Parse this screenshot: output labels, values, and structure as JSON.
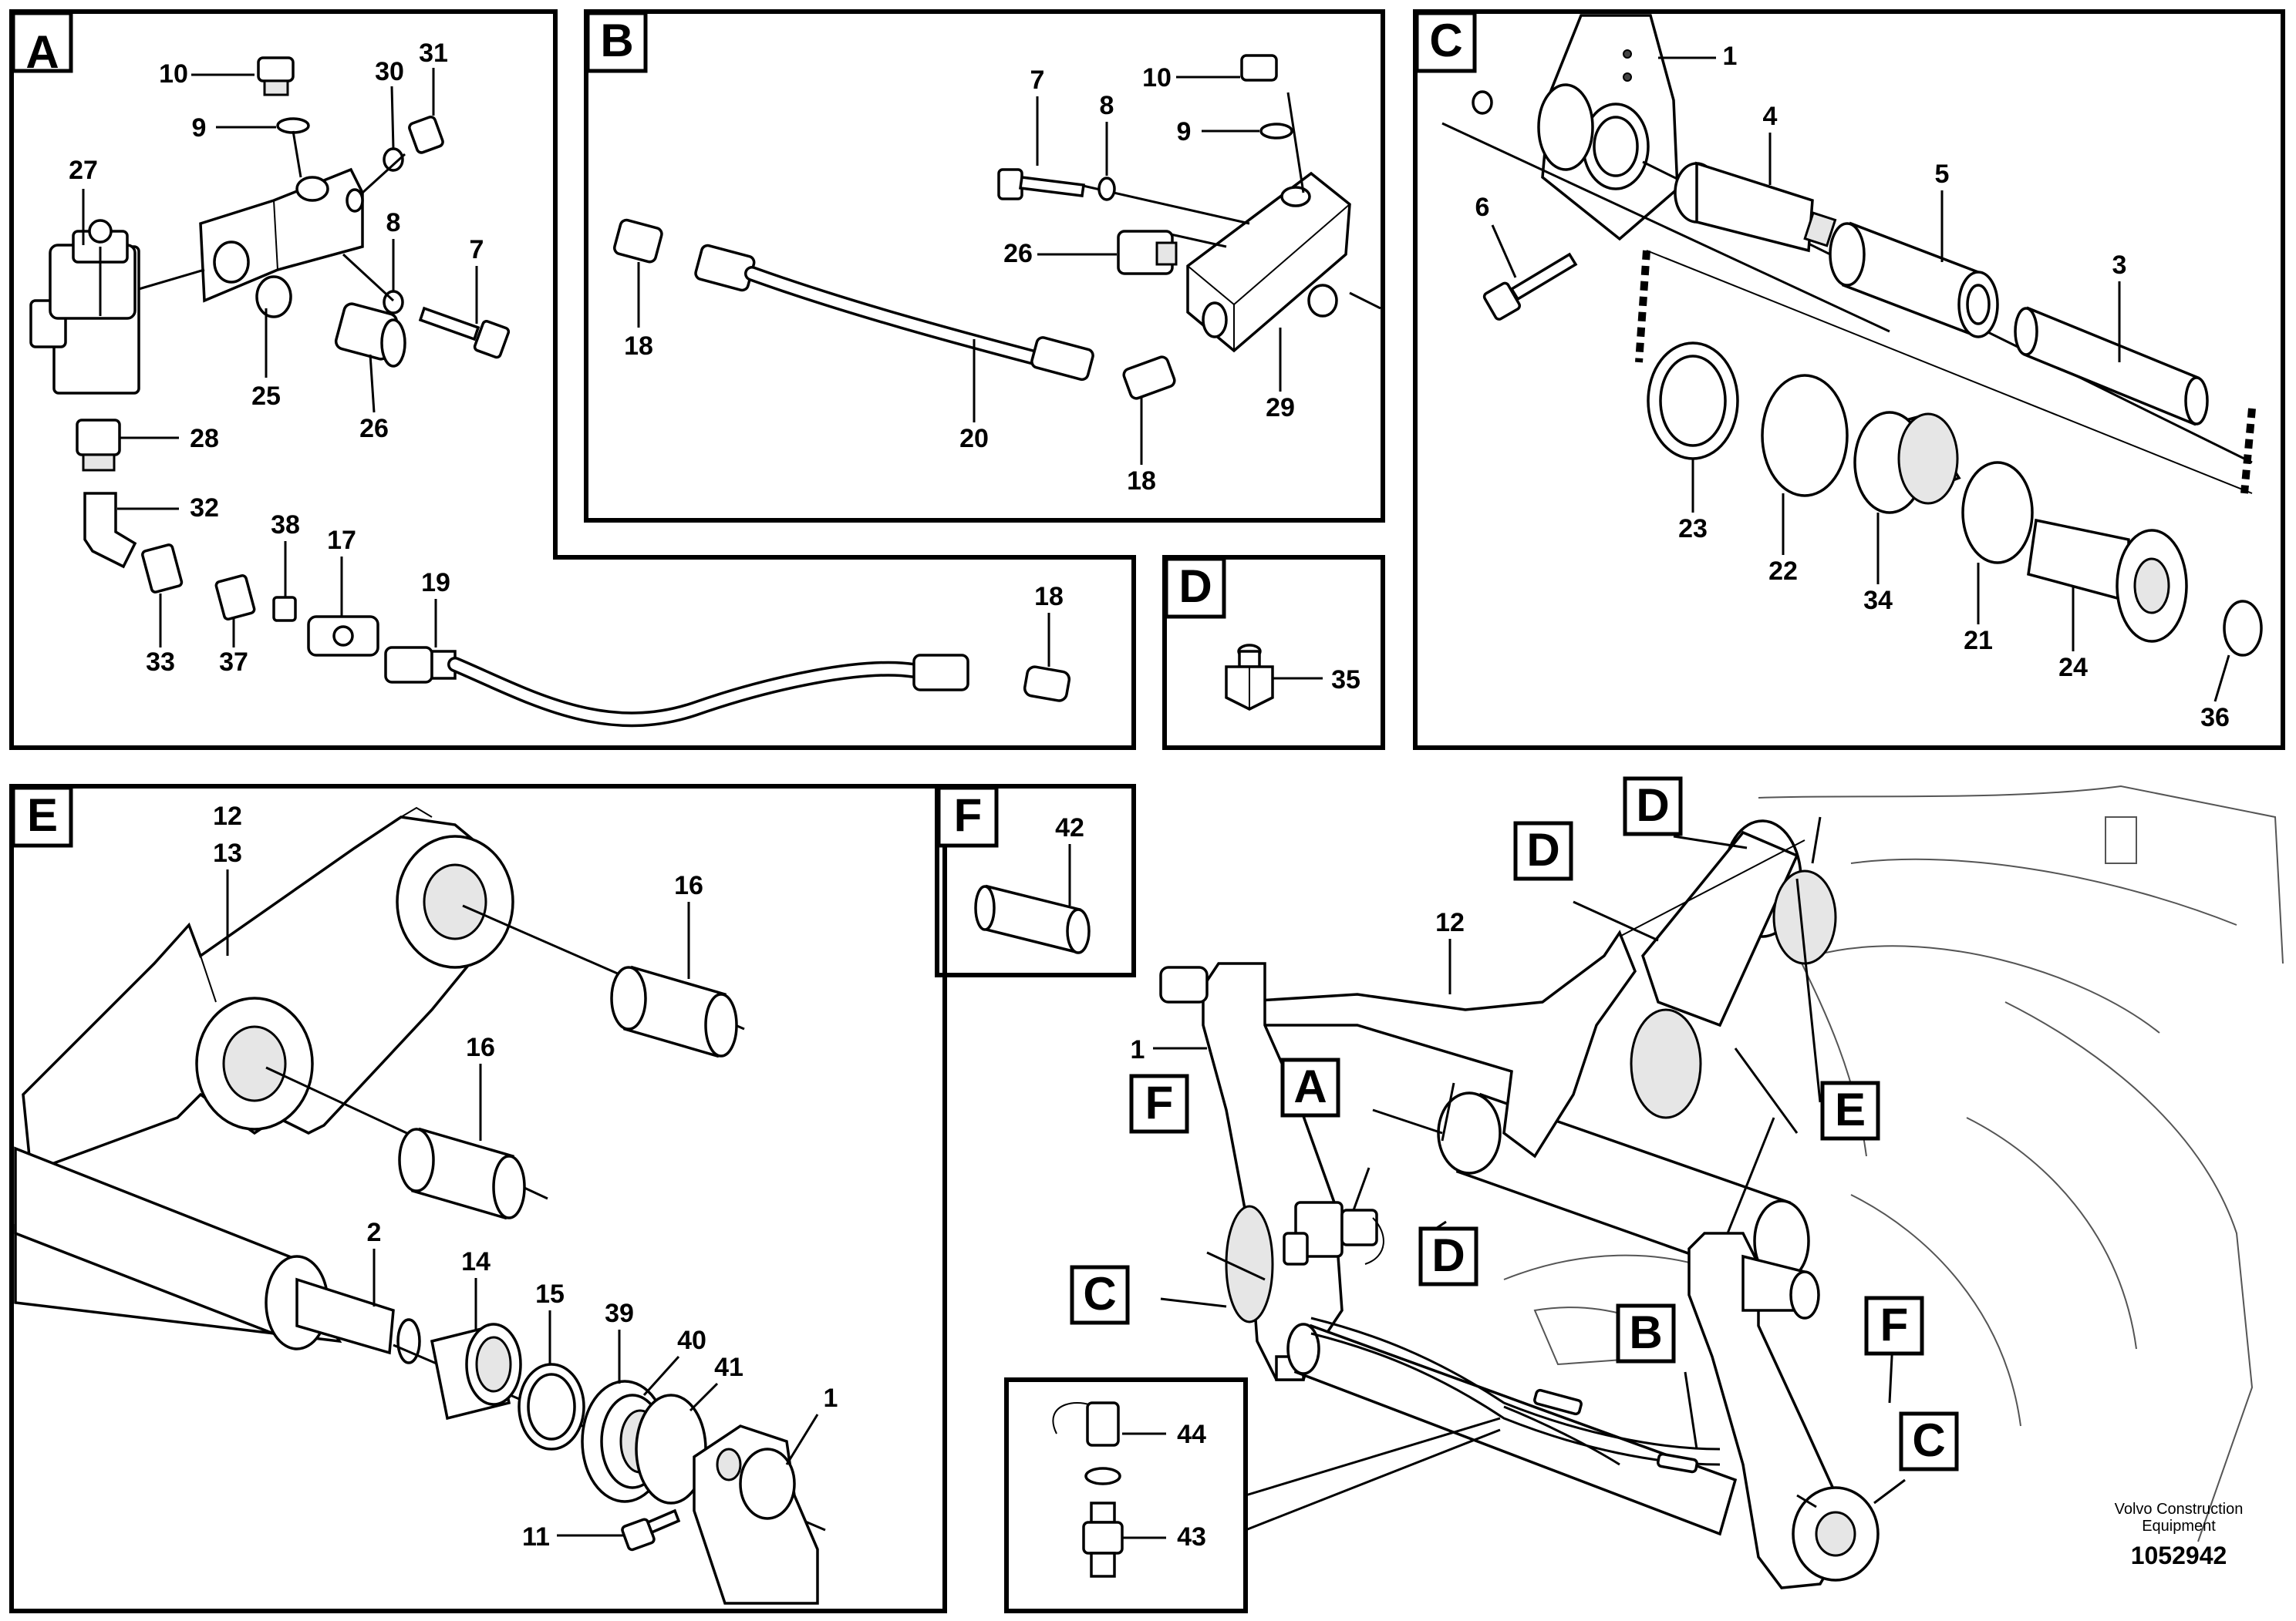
{
  "panels": {
    "A": {
      "letter": "A",
      "callouts": {
        "c10": "10",
        "c9": "9",
        "c30": "30",
        "c31": "31",
        "c27": "27",
        "c8": "8",
        "c7": "7",
        "c25": "25",
        "c26": "26",
        "c28": "28",
        "c32": "32",
        "c38": "38",
        "c17": "17",
        "c19": "19",
        "c18": "18",
        "c33": "33",
        "c37": "37"
      }
    },
    "B": {
      "letter": "B",
      "callouts": {
        "c7": "7",
        "c8": "8",
        "c10": "10",
        "c9": "9",
        "c26": "26",
        "c18a": "18",
        "c20": "20",
        "c18b": "18",
        "c29": "29"
      }
    },
    "C": {
      "letter": "C",
      "callouts": {
        "c1": "1",
        "c4": "4",
        "c5": "5",
        "c3": "3",
        "c6": "6",
        "c23": "23",
        "c22": "22",
        "c34": "34",
        "c21": "21",
        "c24": "24",
        "c36": "36"
      }
    },
    "D": {
      "letter": "D",
      "callouts": {
        "c35": "35"
      }
    },
    "E": {
      "letter": "E",
      "callouts": {
        "c12": "12",
        "c13": "13",
        "c16a": "16",
        "c16b": "16",
        "c2": "2",
        "c14": "14",
        "c15": "15",
        "c39": "39",
        "c40": "40",
        "c41": "41",
        "c1": "1",
        "c11": "11"
      }
    },
    "F": {
      "letter": "F",
      "callouts": {
        "c42": "42"
      }
    }
  },
  "overview": {
    "tags": {
      "D1": "D",
      "D2": "D",
      "D3": "D",
      "A": "A",
      "F1": "F",
      "F2": "F",
      "E": "E",
      "C1": "C",
      "C2": "C",
      "B": "B"
    },
    "callouts": {
      "c12": "12",
      "c1": "1",
      "c44": "44",
      "c43": "43"
    }
  },
  "footer": {
    "brand_line1": "Volvo Construction",
    "brand_line2": "Equipment",
    "doc_number": "1052942"
  }
}
